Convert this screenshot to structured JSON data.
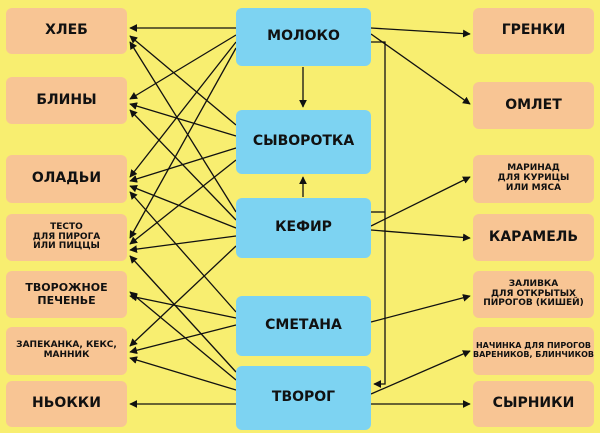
{
  "milk_products": {
    "milk": "МОЛОКО",
    "whey": "СЫВОРОТКА",
    "kefir": "КЕФИР",
    "sour_cream": "СМЕТАНА",
    "cottage_cheese": "ТВОРОГ"
  },
  "left_dishes": {
    "bread": "ХЛЕБ",
    "bliny": "БЛИНЫ",
    "oladi": "ОЛАДЬИ",
    "dough": "ТЕСТО\nДЛЯ ПИРОГА\nИЛИ ПИЦЦЫ",
    "cookies": "ТВОРОЖНОЕ\nПЕЧЕНЬЕ",
    "casserole": "ЗАПЕКАНКА, КЕКС,\nМАННИК",
    "gnocchi": "НЬОККИ"
  },
  "right_dishes": {
    "croutons": "ГРЕНКИ",
    "omelet": "ОМЛЕТ",
    "marinade": "МАРИНАД\nДЛЯ КУРИЦЫ\nИЛИ МЯСА",
    "caramel": "КАРАМЕЛЬ",
    "pie_filling": "ЗАЛИВКА\nДЛЯ ОТКРЫТЫХ\nПИРОГОВ (КИШЕЙ)",
    "stuffing": "НАЧИНКА ДЛЯ ПИРОГОВ\nВАРЕНИКОВ, БЛИНЧИКОВ",
    "syrniki": "СЫРНИКИ"
  },
  "colors": {
    "background": "#f8ee70",
    "product_box": "#7dd3f2",
    "dish_box": "#f8c594",
    "arrow": "#111111"
  }
}
